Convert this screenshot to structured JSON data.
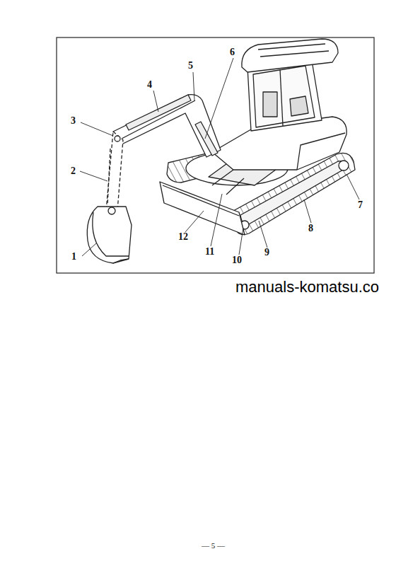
{
  "diagram": {
    "labels": [
      "1",
      "2",
      "3",
      "4",
      "5",
      "6",
      "7",
      "8",
      "9",
      "10",
      "11",
      "12",
      "manuals-komatsu.co",
      "— 5 —"
    ]
  }
}
